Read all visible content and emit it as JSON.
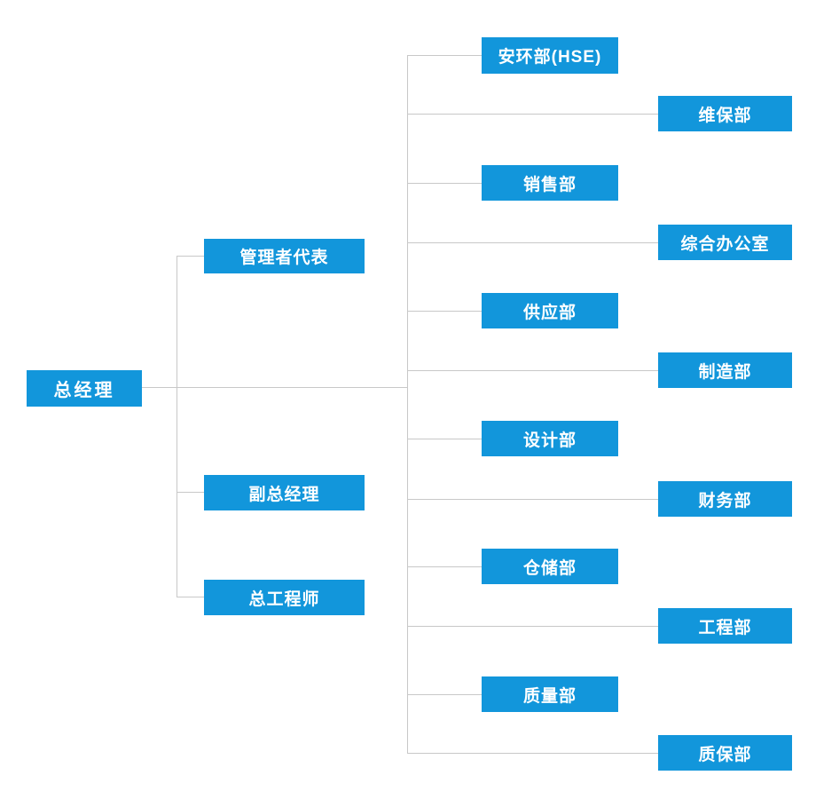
{
  "diagram": {
    "type": "org-chart",
    "title": "",
    "colors": {
      "node_fill": "#1296db",
      "node_text": "#ffffff",
      "connector": "#c8c8c8",
      "background": "#ffffff"
    },
    "org": {
      "root": {
        "label": "总经理"
      },
      "managers": [
        {
          "label": "管理者代表"
        },
        {
          "label": "副总经理"
        },
        {
          "label": "总工程师"
        }
      ],
      "departments": [
        {
          "label": "安环部(HSE)"
        },
        {
          "label": "维保部"
        },
        {
          "label": "销售部"
        },
        {
          "label": "综合办公室"
        },
        {
          "label": "供应部"
        },
        {
          "label": "制造部"
        },
        {
          "label": "设计部"
        },
        {
          "label": "财务部"
        },
        {
          "label": "仓储部"
        },
        {
          "label": "工程部"
        },
        {
          "label": "质量部"
        },
        {
          "label": "质保部"
        }
      ],
      "hierarchy": {
        "总经理": [
          "管理者代表",
          "副总经理",
          "总工程师",
          "安环部(HSE)",
          "维保部",
          "销售部",
          "综合办公室",
          "供应部",
          "制造部",
          "设计部",
          "财务部",
          "仓储部",
          "工程部",
          "质量部",
          "质保部"
        ]
      }
    }
  }
}
